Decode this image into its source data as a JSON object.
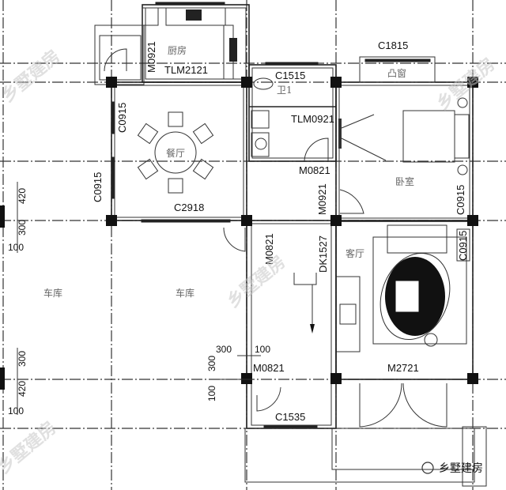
{
  "rooms": {
    "kitchen": "厨房",
    "bathroom": "卫1",
    "dining": "餐厅",
    "bedroom": "卧室",
    "living": "客厅",
    "garage_left": "车库",
    "garage_right": "车库",
    "bay_window": "凸窗"
  },
  "openings": {
    "kitchen_door": "M0921",
    "kitchen_slide": "TLM2121",
    "bath_window": "C1515",
    "bath_slide": "TLM0921",
    "bath_door": "M0821",
    "dining_window_1": "C0915",
    "dining_window_2": "C0915",
    "dining_window_3": "C2918",
    "bedroom_door": "M0921",
    "bedroom_window": "C1815",
    "bedroom_side_window": "C0915",
    "living_side_window": "C0915",
    "garage_door": "M0821",
    "stair_opening": "DK1527",
    "entry_door_side": "M0821",
    "stair_window": "C1535",
    "main_door": "M2721"
  },
  "dimensions": {
    "left_upper": [
      "420",
      "300",
      "100"
    ],
    "left_lower": [
      "300",
      "420",
      "100"
    ],
    "mid": [
      "300",
      "100",
      "300",
      "100"
    ]
  },
  "watermark": "乡墅建房",
  "logo_text": "乡墅建房"
}
